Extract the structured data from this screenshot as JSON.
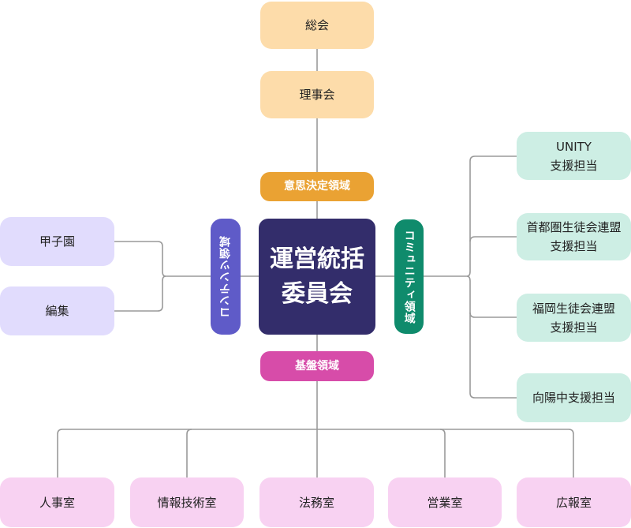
{
  "colors": {
    "governance": "#fddcaa",
    "decision_pill": "#eaa233",
    "center": "#332d6b",
    "contents_pill": "#5f5bc8",
    "community_pill": "#0f8b6c",
    "foundation_pill": "#d74ca9",
    "contents_children": "#e1dcfd",
    "community_children": "#cdeee4",
    "foundation_children": "#f8d2f2",
    "connector": "#9a9a9a"
  },
  "governance": {
    "general_assembly": "総会",
    "board": "理事会"
  },
  "domains": {
    "decision": "意思決定領域",
    "contents": "コンテンツ領域",
    "community": "コミュニティ領域",
    "foundation": "基盤領域"
  },
  "center": {
    "line1": "運営統括",
    "line2": "委員会"
  },
  "contents_units": [
    {
      "label": "甲子園"
    },
    {
      "label": "編集"
    }
  ],
  "community_units": [
    {
      "label": "UNITY\n支援担当"
    },
    {
      "label": "首都圏生徒会連盟\n支援担当"
    },
    {
      "label": "福岡生徒会連盟\n支援担当"
    },
    {
      "label": "向陽中支援担当"
    }
  ],
  "foundation_units": [
    {
      "label": "人事室"
    },
    {
      "label": "情報技術室"
    },
    {
      "label": "法務室"
    },
    {
      "label": "営業室"
    },
    {
      "label": "広報室"
    }
  ]
}
